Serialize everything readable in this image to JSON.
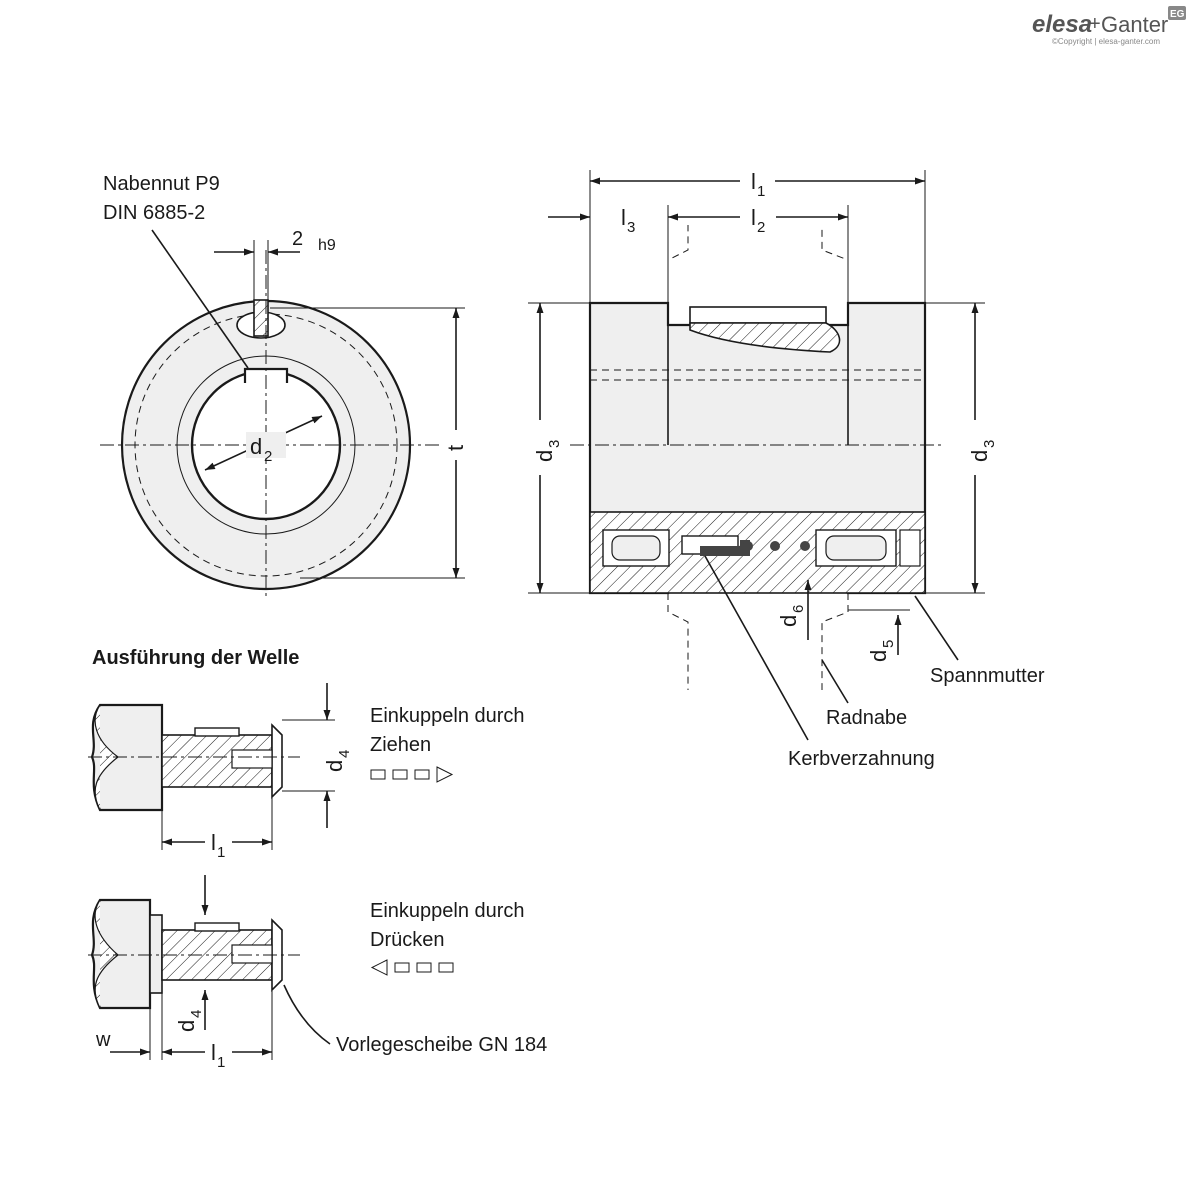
{
  "brand": {
    "logo_left": "elesa",
    "logo_sep": "+",
    "logo_right": "Ganter",
    "badge": "EG",
    "copyright": "©Copyright | elesa-ganter.com"
  },
  "front_view": {
    "callout_line1": "Nabennut P9",
    "callout_line2": "DIN 6885-2",
    "key_width": "2",
    "key_tolerance": "h9",
    "bore": "d",
    "bore_sub": "2",
    "height": "t"
  },
  "side_view": {
    "l1": "l",
    "l1_sub": "1",
    "l2": "l",
    "l2_sub": "2",
    "l3": "l",
    "l3_sub": "3",
    "d3": "d",
    "d3_sub": "3",
    "d5": "d",
    "d5_sub": "5",
    "d6": "d",
    "d6_sub": "6",
    "part_clamping_nut": "Spannmutter",
    "part_hub": "Radnabe",
    "part_serration": "Kerbverzahnung"
  },
  "shaft": {
    "heading": "Ausführung der Welle",
    "pull_line1": "Einkuppeln durch",
    "pull_line2": "Ziehen",
    "push_line1": "Einkuppeln durch",
    "push_line2": "Drücken",
    "d4": "d",
    "d4_sub": "4",
    "l1": "l",
    "l1_sub": "1",
    "w": "w",
    "washer": "Vorlegescheibe GN 184"
  }
}
